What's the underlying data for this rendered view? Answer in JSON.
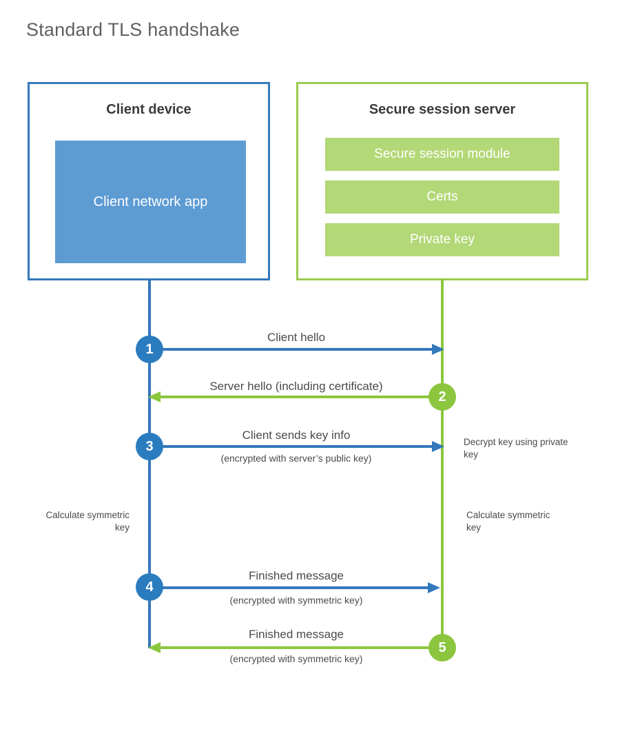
{
  "title": "Standard TLS handshake",
  "colors": {
    "client_accent": "#3478bc",
    "client_circle": "#2b7cbf",
    "client_app_fill": "#5d9bd3",
    "server_accent": "#9ccb50",
    "server_circle": "#8cc63e",
    "server_module_fill": "#b3d877",
    "text": "#4a4a4a",
    "title_text": "#5e6163"
  },
  "parties": {
    "client": {
      "title": "Client device",
      "blocks": [
        {
          "label": "Client network app"
        }
      ]
    },
    "server": {
      "title": "Secure session server",
      "blocks": [
        {
          "label": "Secure session module"
        },
        {
          "label": "Certs"
        },
        {
          "label": "Private key"
        }
      ]
    }
  },
  "steps": [
    {
      "number": "1",
      "direction": "client-to-server",
      "label": "Client hello",
      "sublabel": ""
    },
    {
      "number": "2",
      "direction": "server-to-client",
      "label": "Server hello (including certificate)",
      "sublabel": ""
    },
    {
      "number": "3",
      "direction": "client-to-server",
      "label": "Client sends key info",
      "sublabel": "(encrypted with server’s public key)"
    },
    {
      "number": "4",
      "direction": "client-to-server",
      "label": "Finished message",
      "sublabel": "(encrypted with symmetric key)"
    },
    {
      "number": "5",
      "direction": "server-to-client",
      "label": "Finished message",
      "sublabel": "(encrypted with symmetric key)"
    }
  ],
  "notes": {
    "decrypt_key": "Decrypt key using private key",
    "client_calculate": "Calculate symmetric key",
    "server_calculate": "Calculate symmetric key"
  }
}
